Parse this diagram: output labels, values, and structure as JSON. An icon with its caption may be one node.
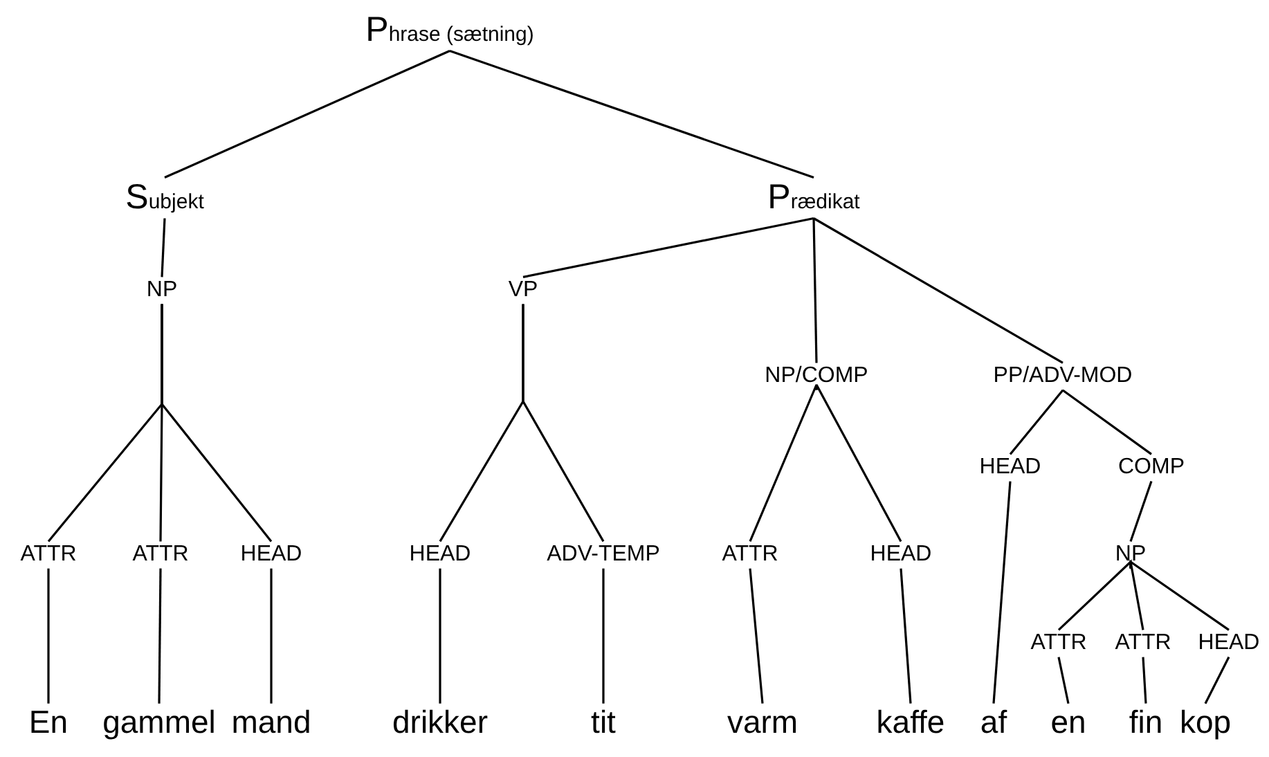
{
  "diagram": {
    "nodes": [
      {
        "text": [
          "Phrase (sætning)"
        ]
      },
      {
        "text": [
          "Subjekt"
        ]
      },
      {
        "text": [
          "Prædikat"
        ]
      },
      {
        "text": [
          "NP"
        ]
      },
      {
        "text": [
          "VP"
        ]
      },
      {
        "text": [
          "NP/COMP"
        ]
      },
      {
        "text": [
          "PP/ADV-MOD"
        ]
      },
      {
        "text": [
          "HEAD"
        ]
      },
      {
        "text": [
          "COMP"
        ]
      },
      {
        "text": [
          "ATTR"
        ]
      },
      {
        "text": [
          "ATTR"
        ]
      },
      {
        "text": [
          "HEAD"
        ]
      },
      {
        "text": [
          "HEAD"
        ]
      },
      {
        "text": [
          "ADV-TEMP"
        ]
      },
      {
        "text": [
          "ATTR"
        ]
      },
      {
        "text": [
          "HEAD"
        ]
      },
      {
        "text": [
          "NP"
        ]
      },
      {
        "text": [
          "ATTR"
        ]
      },
      {
        "text": [
          "ATTR"
        ]
      },
      {
        "text": [
          "HEAD"
        ]
      },
      {
        "text": [
          "En"
        ]
      },
      {
        "text": [
          "gammel"
        ]
      },
      {
        "text": [
          "mand"
        ]
      },
      {
        "text": [
          "drikker"
        ]
      },
      {
        "text": [
          "tit"
        ]
      },
      {
        "text": [
          "varm"
        ]
      },
      {
        "text": [
          "kaffe"
        ]
      },
      {
        "text": [
          "af"
        ]
      },
      {
        "text": [
          "en"
        ]
      },
      {
        "text": [
          "fin"
        ]
      },
      {
        "text": [
          "kop"
        ]
      }
    ],
    "edges": [
      {
        "from": 0,
        "to": 1,
        "arrow": "none"
      },
      {
        "from": 0,
        "to": 2,
        "arrow": "none"
      },
      {
        "from": 1,
        "to": 3,
        "arrow": "none"
      },
      {
        "from": 2,
        "to": 4,
        "arrow": "none"
      },
      {
        "from": 2,
        "to": 5,
        "arrow": "none"
      },
      {
        "from": 2,
        "to": 6,
        "arrow": "none"
      },
      {
        "from": 6,
        "to": 7,
        "arrow": "none"
      },
      {
        "from": 6,
        "to": 8,
        "arrow": "none"
      },
      {
        "from": 3,
        "to": 9,
        "arrow": "none"
      },
      {
        "from": 3,
        "to": 10,
        "arrow": "none"
      },
      {
        "from": 3,
        "to": 11,
        "arrow": "none"
      },
      {
        "from": 4,
        "to": 12,
        "arrow": "none"
      },
      {
        "from": 4,
        "to": 13,
        "arrow": "none"
      },
      {
        "from": 5,
        "to": 14,
        "arrow": "none"
      },
      {
        "from": 5,
        "to": 15,
        "arrow": "none"
      },
      {
        "from": 8,
        "to": 16,
        "arrow": "none"
      },
      {
        "from": 16,
        "to": 17,
        "arrow": "none"
      },
      {
        "from": 16,
        "to": 18,
        "arrow": "none"
      },
      {
        "from": 16,
        "to": 19,
        "arrow": "none"
      },
      {
        "from": 9,
        "to": 20,
        "arrow": "none"
      },
      {
        "from": 10,
        "to": 21,
        "arrow": "none"
      },
      {
        "from": 11,
        "to": 22,
        "arrow": "none"
      },
      {
        "from": 12,
        "to": 23,
        "arrow": "none"
      },
      {
        "from": 13,
        "to": 24,
        "arrow": "none"
      },
      {
        "from": 14,
        "to": 25,
        "arrow": "none"
      },
      {
        "from": 15,
        "to": 26,
        "arrow": "none"
      },
      {
        "from": 7,
        "to": 27,
        "arrow": "none"
      },
      {
        "from": 17,
        "to": 28,
        "arrow": "none"
      },
      {
        "from": 18,
        "to": 29,
        "arrow": "none"
      },
      {
        "from": 19,
        "to": 30,
        "arrow": "none"
      }
    ]
  }
}
